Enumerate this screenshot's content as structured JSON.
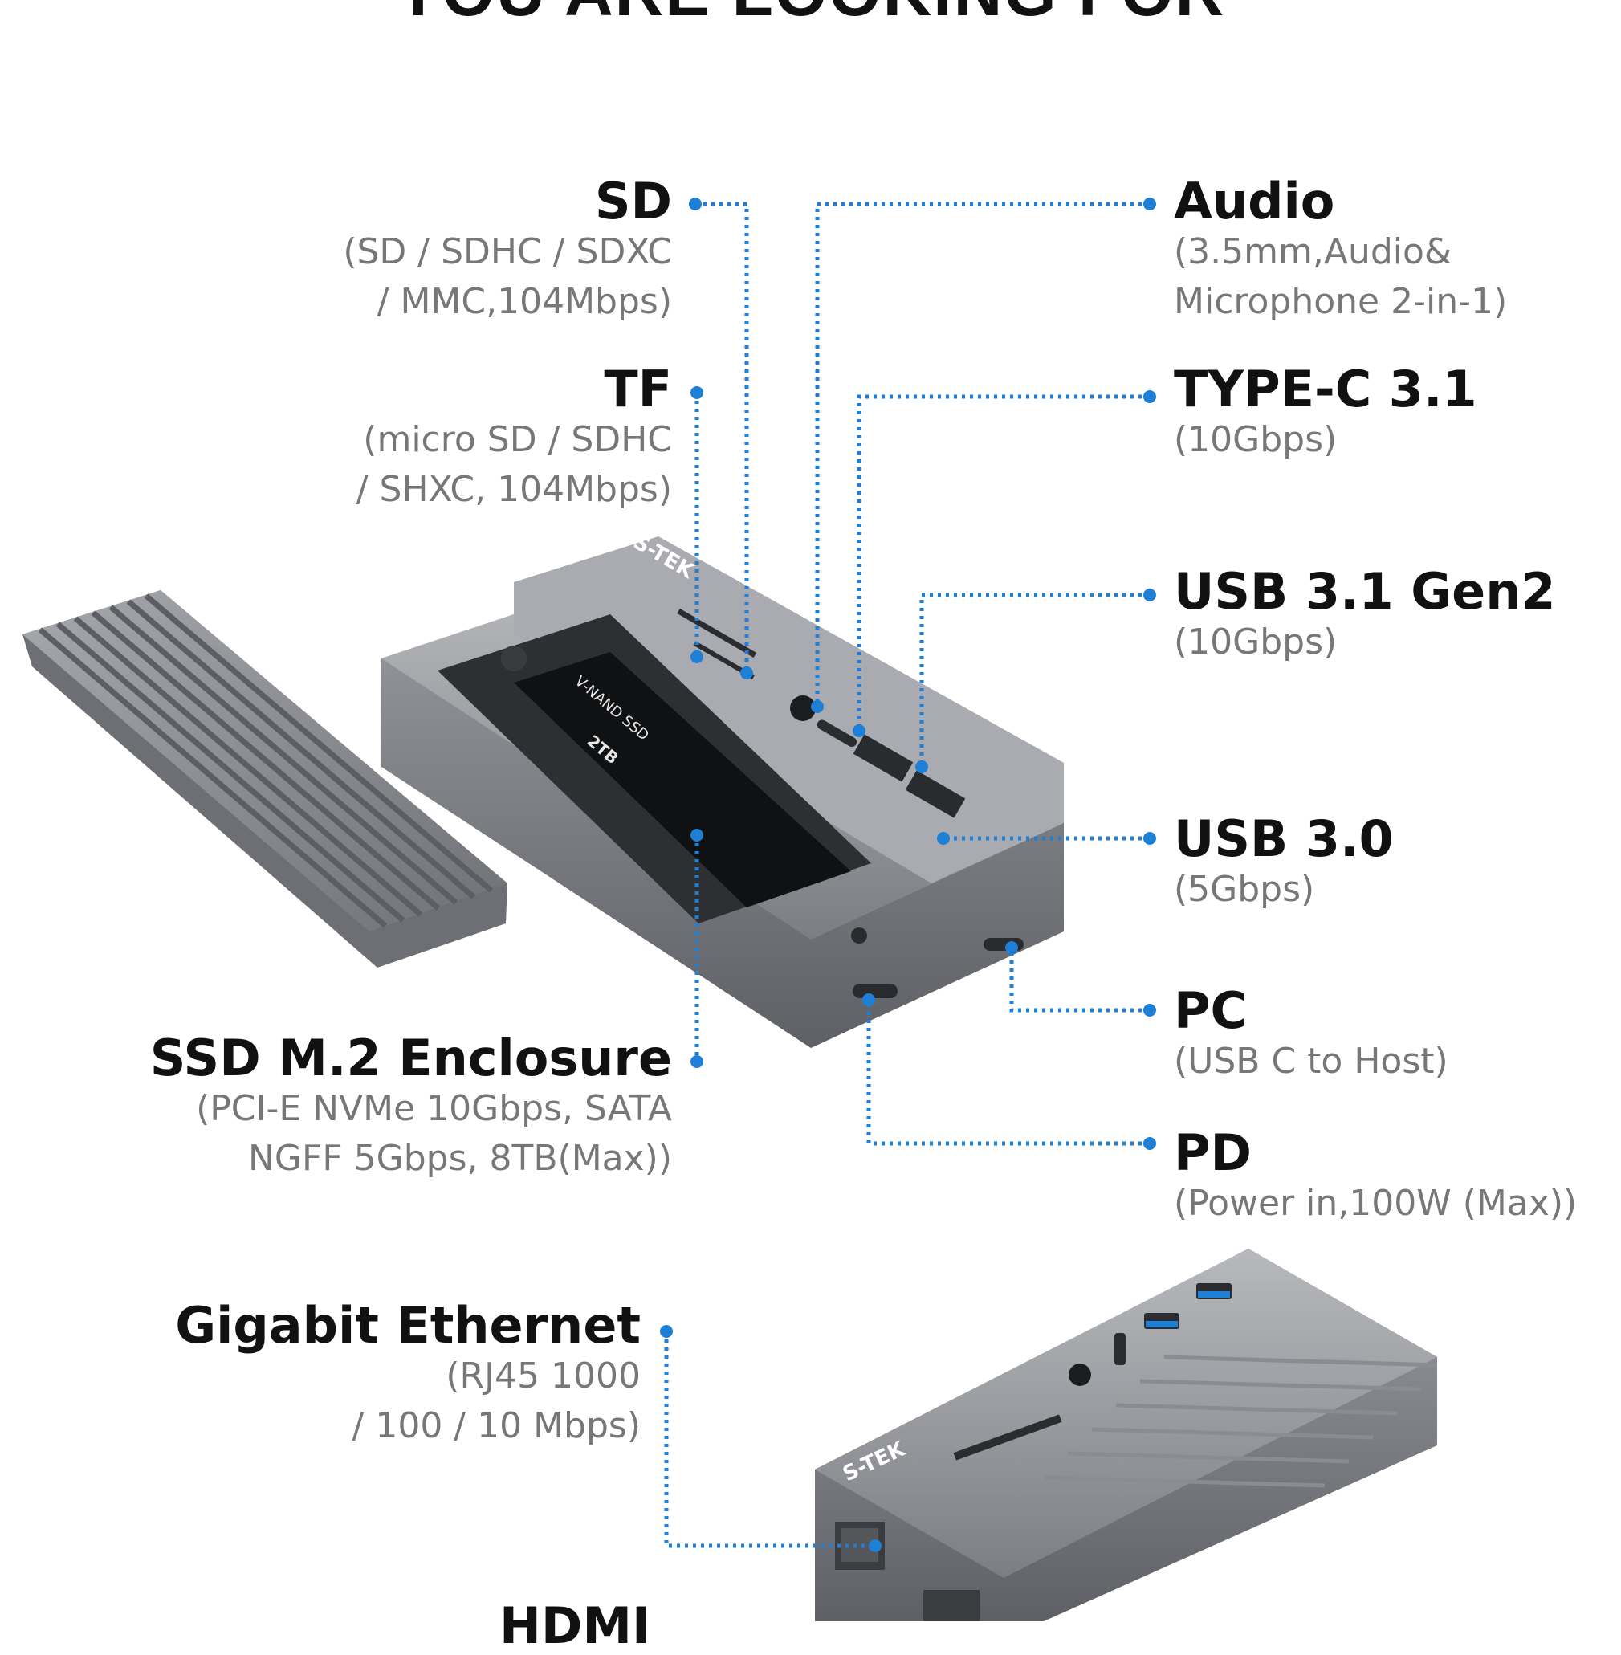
{
  "headline": "YOU ARE LOOKING FOR",
  "brand": "S-TEK",
  "labels": {
    "sd": {
      "title": "SD",
      "line1": "(SD / SDHC / SDXC",
      "line2": "/ MMC,104Mbps)"
    },
    "tf": {
      "title": "TF",
      "line1": "(micro SD / SDHC",
      "line2": "/ SHXC, 104Mbps)"
    },
    "ssd": {
      "title": "SSD M.2 Enclosure",
      "line1": "(PCI-E NVMe 10Gbps, SATA",
      "line2": "NGFF 5Gbps, 8TB(Max))"
    },
    "ethernet": {
      "title": "Gigabit Ethernet",
      "line1": "(RJ45 1000",
      "line2": "/ 100 / 10 Mbps)"
    },
    "hdmi": {
      "title": "HDMI"
    },
    "audio": {
      "title": "Audio",
      "line1": "(3.5mm,Audio&",
      "line2": "Microphone 2-in-1)"
    },
    "typec": {
      "title": "TYPE-C 3.1",
      "line1": "(10Gbps)"
    },
    "usb31": {
      "title": "USB 3.1 Gen2",
      "line1": "(10Gbps)"
    },
    "usb30": {
      "title": "USB 3.0",
      "line1": "(5Gbps)"
    },
    "pc": {
      "title": "PC",
      "line1": "(USB C to Host)"
    },
    "pd": {
      "title": "PD",
      "line1": "(Power in,100W (Max))"
    }
  },
  "colors": {
    "leader": "#1e7fd6",
    "metal": "#8e9096",
    "text": "#111111",
    "sub": "#777777"
  }
}
